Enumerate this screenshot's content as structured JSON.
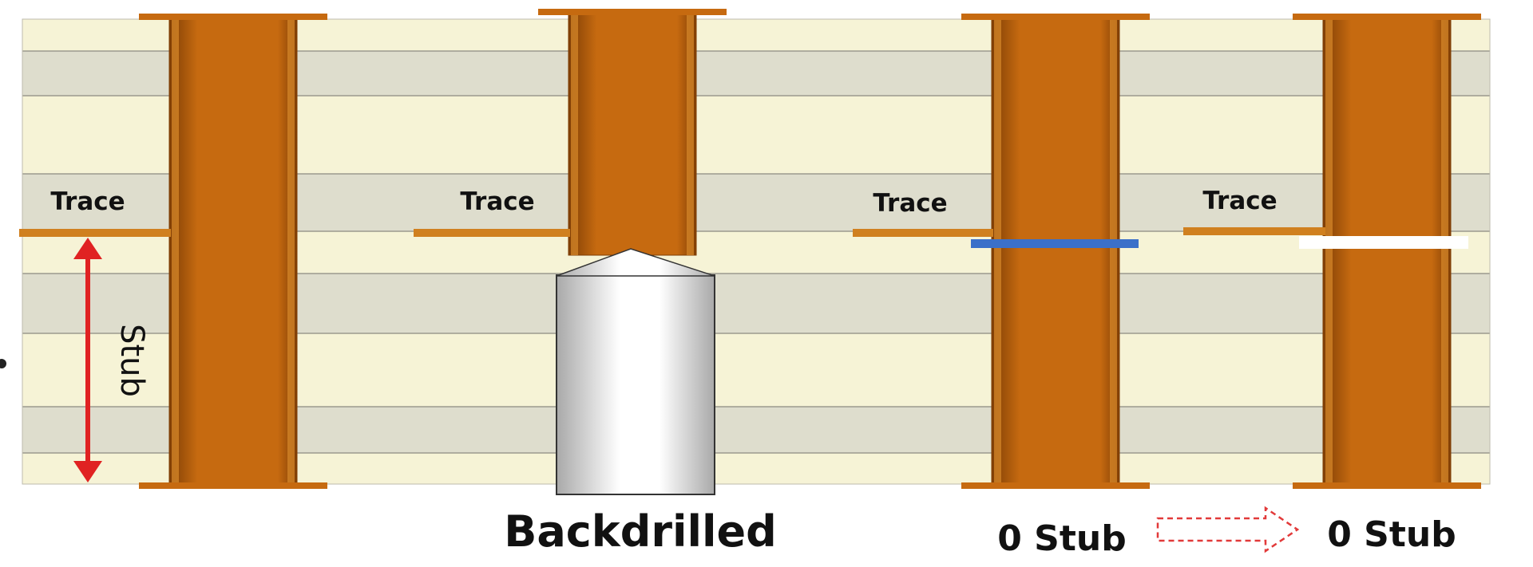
{
  "labels": {
    "trace": "Trace",
    "stub": "Stub",
    "backdrilled": "Backdrilled",
    "zero_stub": "0 Stub"
  },
  "colors": {
    "board_light": "#F6F3D6",
    "board_gray": "#DEDDCD",
    "layer_line": "#9C9A8E",
    "copper": "#C66A10",
    "copper_dark": "#7F3E05",
    "copper_rim": "#D98A2B",
    "trace": "#D0801F",
    "drill_light": "#FFFFFF",
    "drill_dark": "#A9A9A9",
    "stub_arrow": "#E02222",
    "blue_cut": "#3B70C9",
    "white_cut": "#FFFFFF",
    "dashed_arrow": "#E23A3A",
    "text": "#111111"
  }
}
